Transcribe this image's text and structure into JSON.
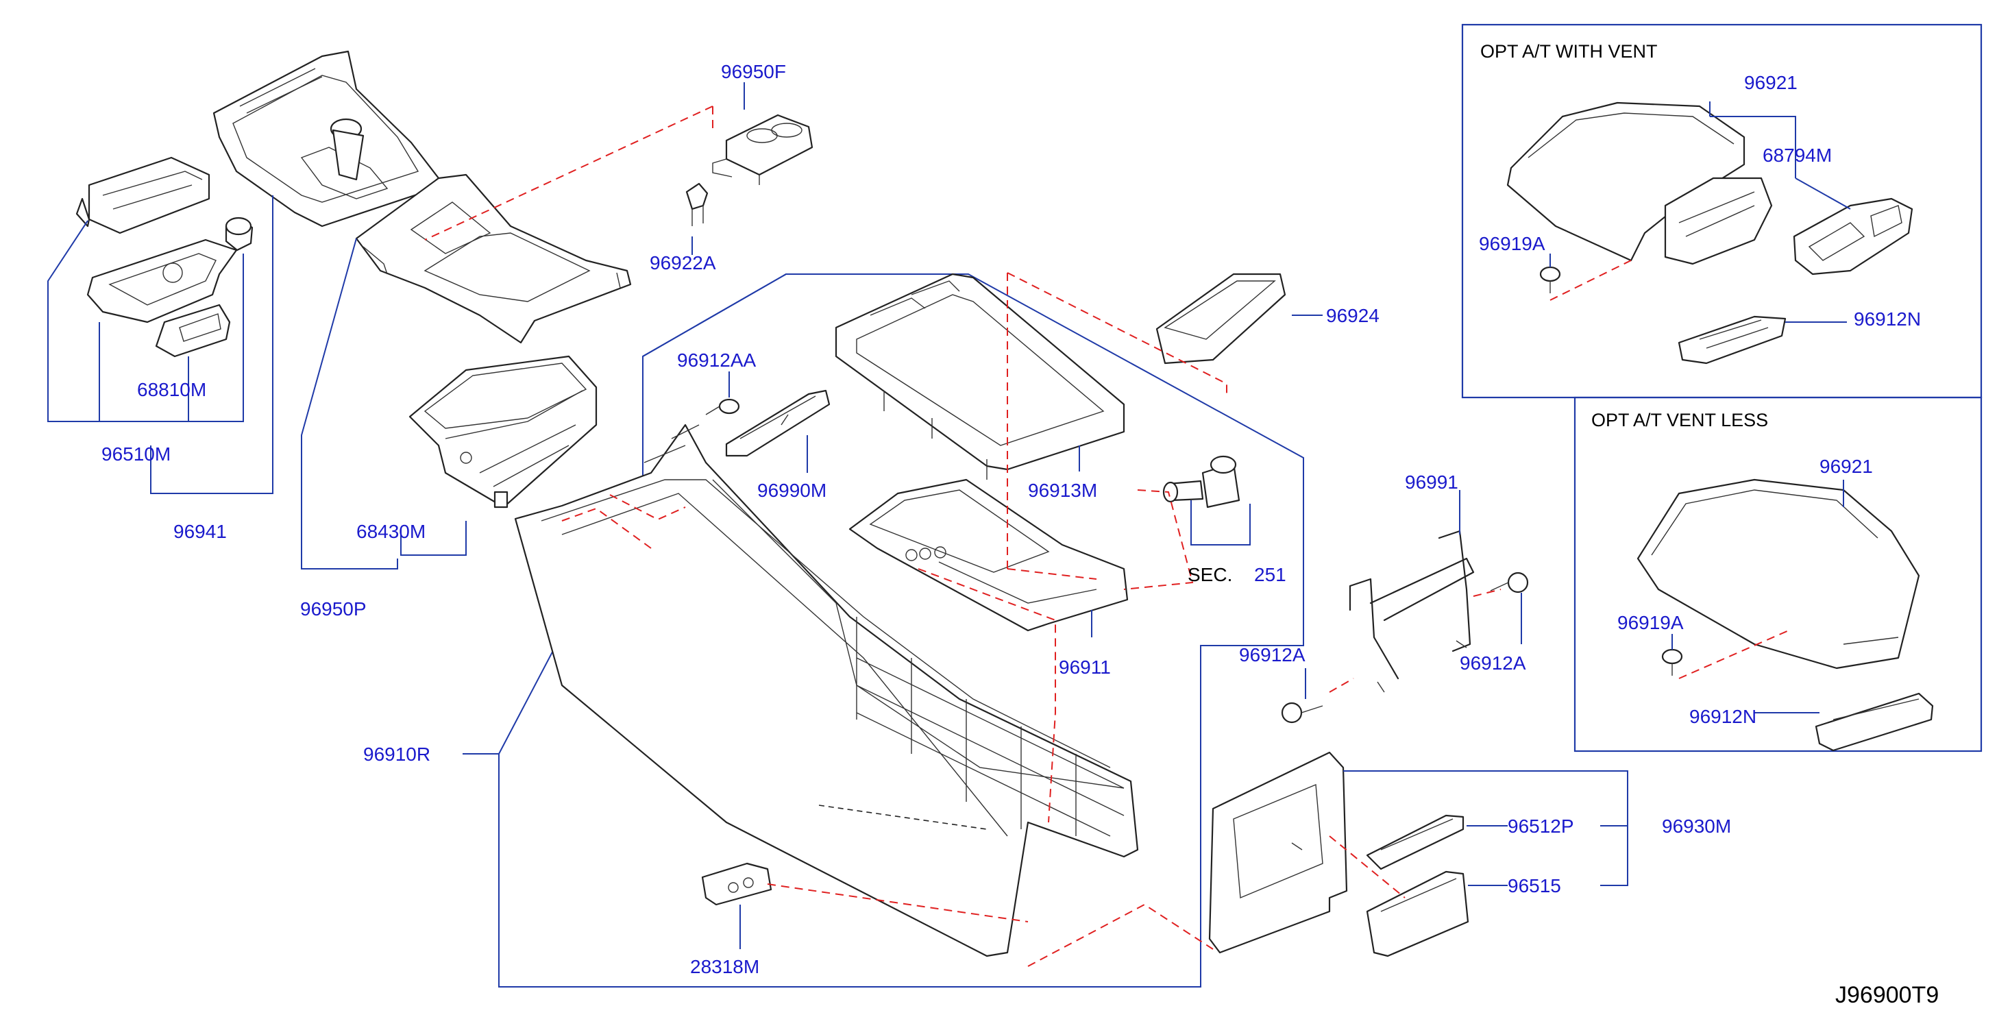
{
  "diagram_id": "J96900T9",
  "sections": {
    "with_vent": "OPT   A/T   WITH   VENT",
    "vent_less": "OPT   A/T   VENT   LESS"
  },
  "sec_ref": {
    "prefix": "SEC.",
    "number": "251"
  },
  "parts": {
    "p96950F": "96950F",
    "p96922A": "96922A",
    "p68810M": "68810M",
    "p96510M": "96510M",
    "p96941": "96941",
    "p68430M": "68430M",
    "p96950P": "96950P",
    "p96912AA": "96912AA",
    "p96990M": "96990M",
    "p96913M": "96913M",
    "p96924": "96924",
    "p96911": "96911",
    "p96910R": "96910R",
    "p28318M": "28318M",
    "p96991": "96991",
    "p96912A_left": "96912A",
    "p96912A_right": "96912A",
    "p96512P": "96512P",
    "p96930M": "96930M",
    "p96515": "96515",
    "p96921_with": "96921",
    "p68794M": "68794M",
    "p96919A_with": "96919A",
    "p96912N_with": "96912N",
    "p96921_less": "96921",
    "p96919A_less": "96919A",
    "p96912N_less": "96912N"
  },
  "colors": {
    "label": "#1a1acc",
    "leader": "#1f3aa8",
    "dashed": "#e02020",
    "line": "#222222"
  }
}
